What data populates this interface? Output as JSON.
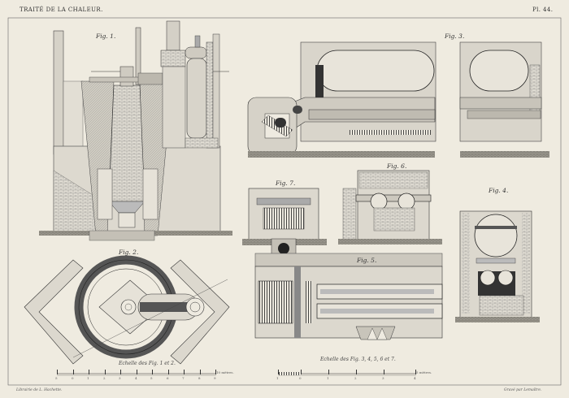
{
  "header": {
    "title": "TRAITÉ DE LA CHALEUR.",
    "plate": "Pl. 44."
  },
  "figures": {
    "fig1": "Fig. 1.",
    "fig2": "Fig. 2.",
    "fig3": "Fig. 3.",
    "fig4": "Fig. 4.",
    "fig5": "Fig. 5.",
    "fig6": "Fig. 6.",
    "fig7": "Fig. 7."
  },
  "scales": {
    "left": {
      "label": "Echelle des Fig. 1 et 2.",
      "unit": "10 mètres.",
      "ticks": [
        "5",
        "0",
        "1",
        "2",
        "3",
        "4",
        "5",
        "6",
        "7",
        "8",
        "9"
      ]
    },
    "right": {
      "label": "Echelle des Fig. 3, 4, 5, 6 et 7.",
      "unit": "5 mètres.",
      "ticks": [
        "1",
        "0",
        "1",
        "2",
        "3",
        "4"
      ]
    }
  },
  "footer": {
    "publisher": "Librairie de L. Hachette.",
    "engraver": "Gravé par Lemaître."
  }
}
